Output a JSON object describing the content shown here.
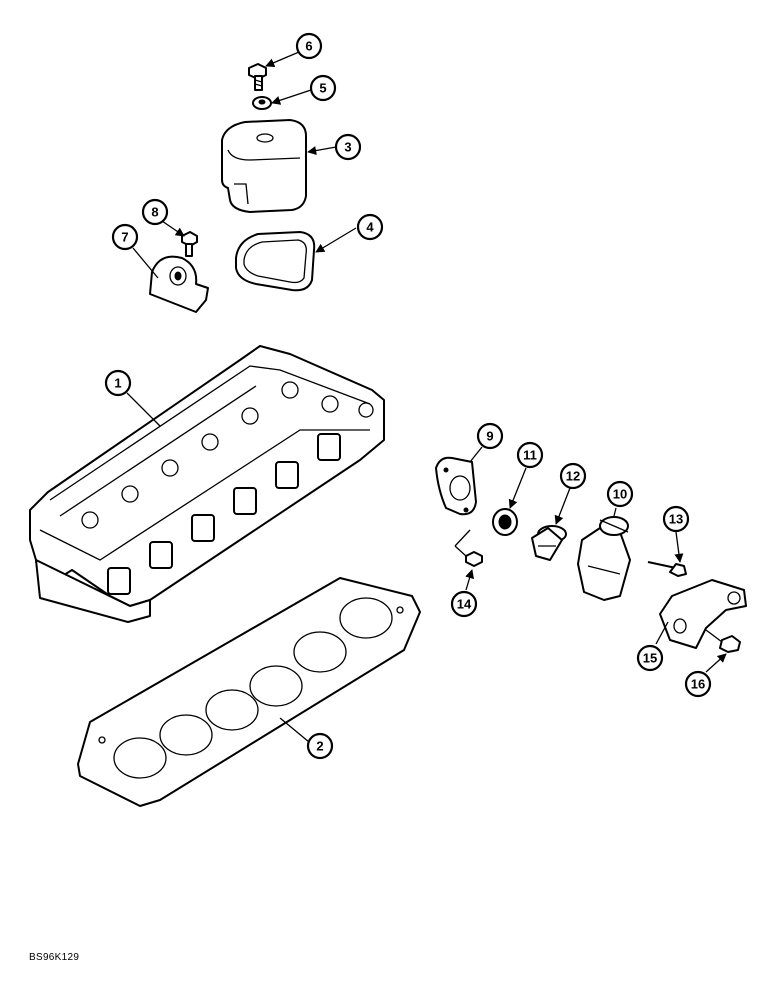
{
  "figure_code": "BS96K129",
  "callouts": [
    {
      "label": "1"
    },
    {
      "label": "2"
    },
    {
      "label": "3"
    },
    {
      "label": "4"
    },
    {
      "label": "5"
    },
    {
      "label": "6"
    },
    {
      "label": "7"
    },
    {
      "label": "8"
    },
    {
      "label": "9"
    },
    {
      "label": "10"
    },
    {
      "label": "11"
    },
    {
      "label": "12"
    },
    {
      "label": "13"
    },
    {
      "label": "14"
    },
    {
      "label": "15"
    },
    {
      "label": "16"
    }
  ]
}
